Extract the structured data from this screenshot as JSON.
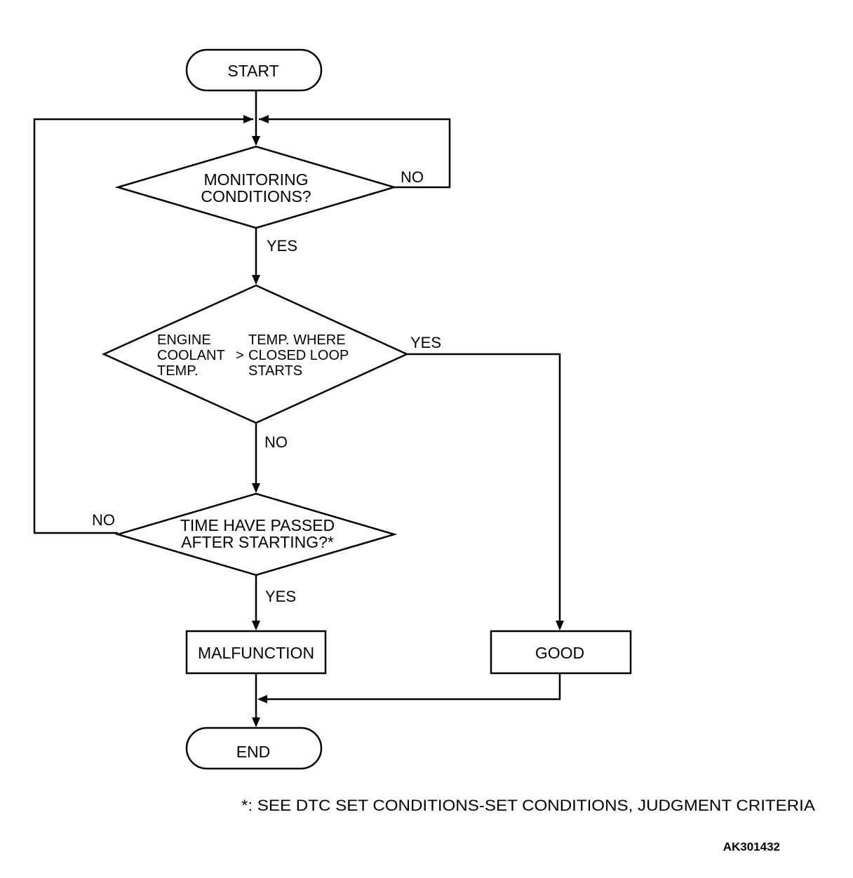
{
  "nodes": {
    "start": "START",
    "monitoring": [
      "MONITORING",
      "CONDITIONS?"
    ],
    "engine": {
      "left": [
        "ENGINE",
        "COOLANT",
        "TEMP."
      ],
      "operator": ">",
      "right": [
        "TEMP. WHERE",
        "CLOSED LOOP",
        "STARTS"
      ]
    },
    "time": [
      "TIME HAVE PASSED",
      "AFTER STARTING?*"
    ],
    "malfunction": "MALFUNCTION",
    "good": "GOOD",
    "end": "END"
  },
  "edges": {
    "monitoring_no": "NO",
    "monitoring_yes": "YES",
    "engine_yes": "YES",
    "engine_no": "NO",
    "time_no": "NO",
    "time_yes": "YES"
  },
  "footnote": "*: SEE DTC SET CONDITIONS-SET CONDITIONS, JUDGMENT CRITERIA",
  "figure_id": "AK301432"
}
